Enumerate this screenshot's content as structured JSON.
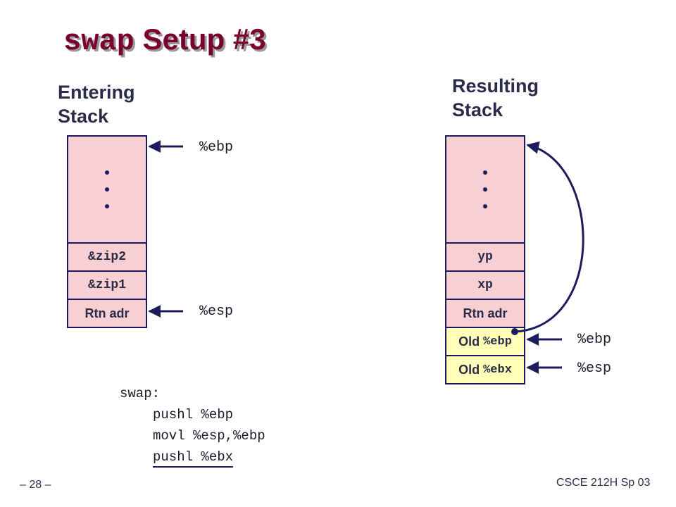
{
  "title": {
    "mono": "swap",
    "text": "Setup #3"
  },
  "left_stack": {
    "heading_line1": "Entering",
    "heading_line2": "Stack",
    "cells": [
      "&zip2",
      "&zip1",
      "Rtn adr"
    ],
    "pointer_ebp": "%ebp",
    "pointer_esp": "%esp"
  },
  "right_stack": {
    "heading_line1": "Resulting",
    "heading_line2": "Stack",
    "cells": [
      "yp",
      "xp",
      "Rtn adr"
    ],
    "old_ebp": {
      "prefix": "Old",
      "reg": "%ebp"
    },
    "old_ebx": {
      "prefix": "Old",
      "reg": "%ebx"
    },
    "pointer_ebp": "%ebp",
    "pointer_esp": "%esp"
  },
  "code": {
    "label": "swap:",
    "lines": [
      "pushl %ebp",
      "movl %esp,%ebp",
      "pushl %ebx"
    ]
  },
  "footer": {
    "page": "– 28 –",
    "course": "CSCE 212H Sp 03"
  },
  "colors": {
    "title": "#7a0030",
    "stack_fill": "#f8cfd2",
    "highlight_fill": "#ffffb8",
    "arrow": "#1b1b5e"
  }
}
